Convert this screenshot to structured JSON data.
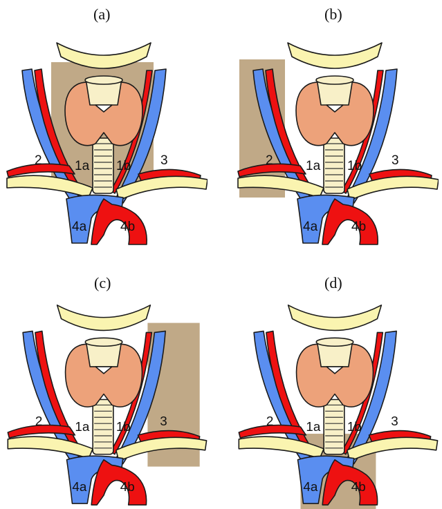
{
  "panels": [
    {
      "title": "(a)",
      "labels": {
        "2": "2",
        "3": "3",
        "1a": "1a",
        "1b": "1b",
        "4a": "4a",
        "4b": "4b"
      }
    },
    {
      "title": "(b)",
      "labels": {
        "2": "2",
        "3": "3",
        "1a": "1a",
        "1b": "1b",
        "4a": "4a",
        "4b": "4b"
      }
    },
    {
      "title": "(c)",
      "labels": {
        "2": "2",
        "3": "3",
        "1a": "1a",
        "1b": "1b",
        "4a": "4a",
        "4b": "4b"
      }
    },
    {
      "title": "(d)",
      "labels": {
        "2": "2",
        "3": "3",
        "1a": "1a",
        "1b": "1b",
        "4a": "4a",
        "4b": "4b"
      }
    }
  ],
  "colors": {
    "artery": "#ee1111",
    "vein": "#5a8ef0",
    "bone": "#faf4b0",
    "thyroid": "#eda27a",
    "trachea": "#f8f0c8",
    "shaded_region": "#b9a07a"
  }
}
